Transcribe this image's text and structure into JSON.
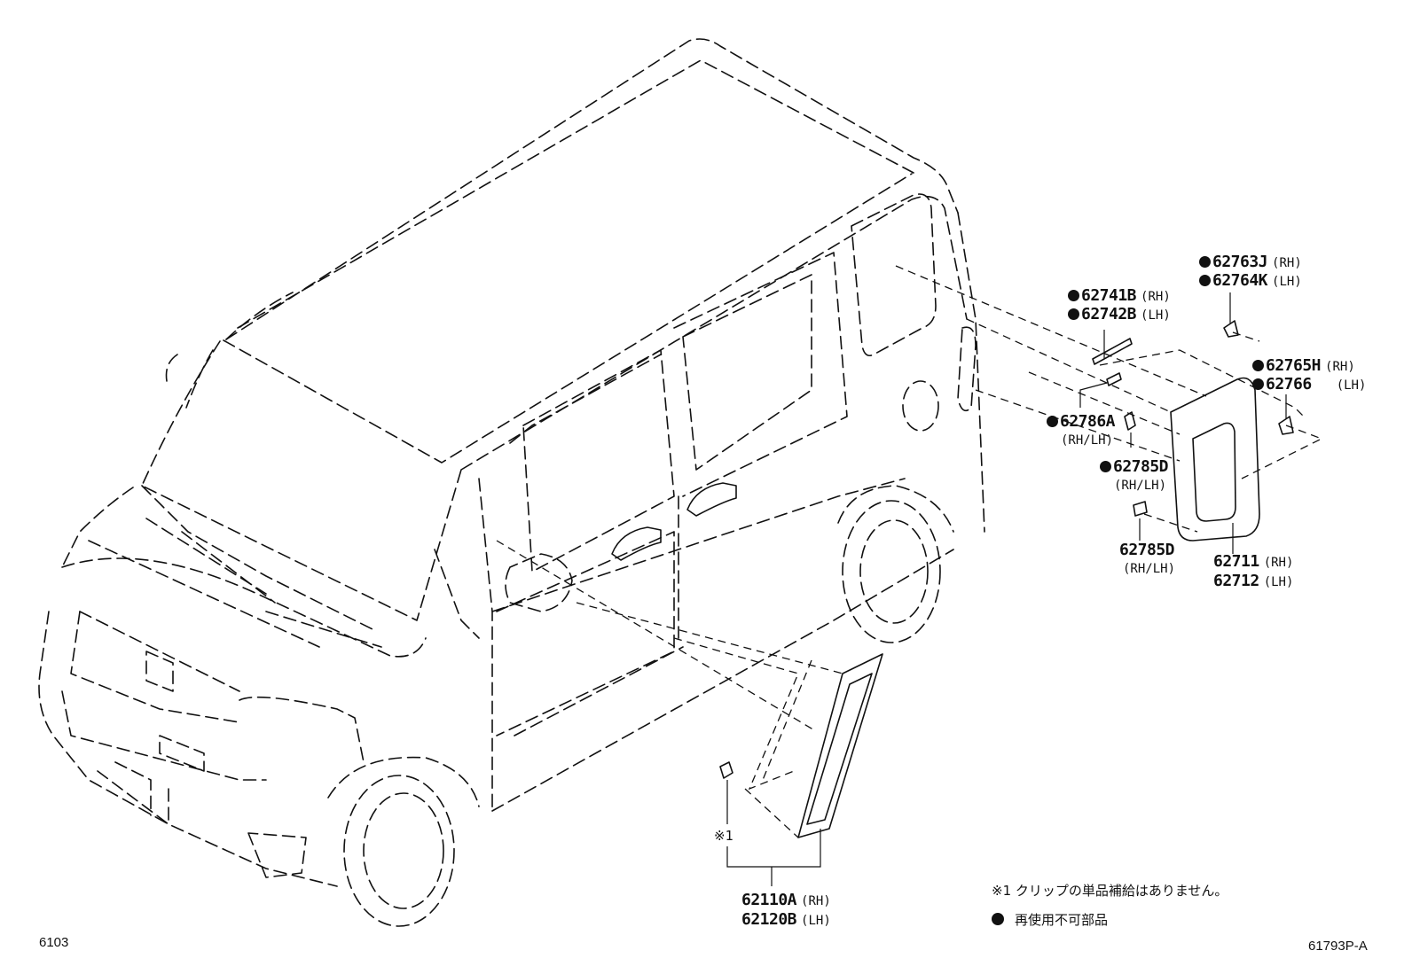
{
  "parts": {
    "p62763": {
      "number": "62763J",
      "side": "(RH)"
    },
    "p62764": {
      "number": "62764K",
      "side": "(LH)"
    },
    "p62741": {
      "number": "62741B",
      "side": "(RH)"
    },
    "p62742": {
      "number": "62742B",
      "side": "(LH)"
    },
    "p62765": {
      "number": "62765H",
      "side": "(RH)"
    },
    "p62766": {
      "number": "62766",
      "side": "(LH)"
    },
    "p62786": {
      "number": "62786A",
      "side": "(RH/LH)"
    },
    "p62785a": {
      "number": "62785D",
      "side": "(RH/LH)"
    },
    "p62785b": {
      "number": "62785D",
      "side": "(RH/LH)"
    },
    "p62711": {
      "number": "62711",
      "side": "(RH)"
    },
    "p62712": {
      "number": "62712",
      "side": "(LH)"
    },
    "p62110": {
      "number": "62110A",
      "side": "(RH)"
    },
    "p62120": {
      "number": "62120B",
      "side": "(LH)"
    }
  },
  "clip_mark": "※1",
  "notes": {
    "note1": "※1 クリップの単品補給はありません。",
    "note2": "再使用不可部品"
  },
  "codes": {
    "left": "6103",
    "right": "61793P-A"
  }
}
